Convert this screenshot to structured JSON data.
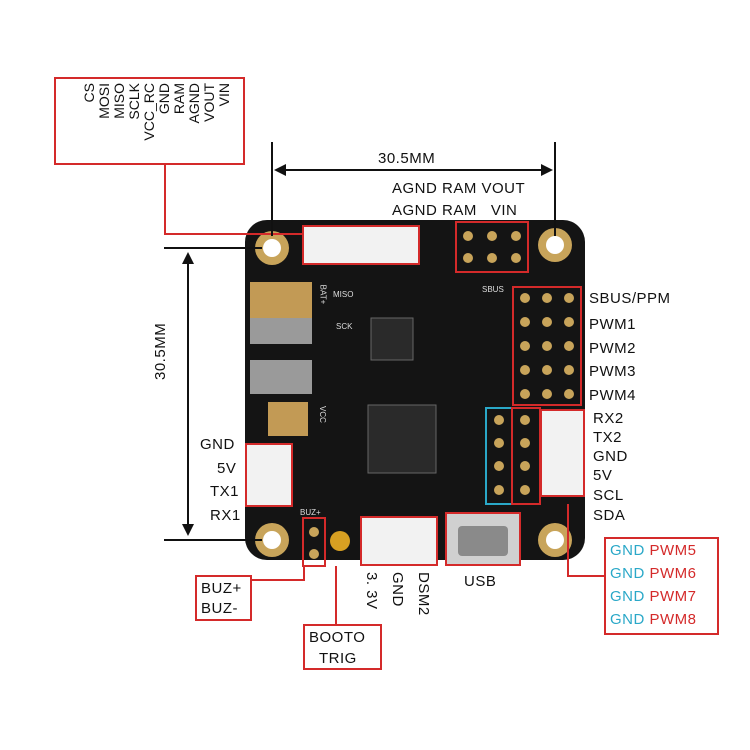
{
  "dimensions": {
    "width_label": "30.5MM",
    "height_label": "30.5MM"
  },
  "top_header_pins": {
    "row1": "AGND RAM VOUT",
    "row2": "AGND RAM   VIN"
  },
  "spi_pins": [
    "VIN",
    "VOUT",
    "AGND",
    "RAM",
    "GND",
    "VCC_RC",
    "SCLK",
    "MISO",
    "MOSI",
    "CS"
  ],
  "right_pins": [
    "SBUS/PPM",
    "PWM1",
    "PWM2",
    "PWM3",
    "PWM4"
  ],
  "uart2_pins": [
    "RX2",
    "TX2",
    "GND",
    "5V",
    "SCL",
    "SDA"
  ],
  "uart1_pins": [
    "GND",
    "5V",
    "TX1",
    "RX1"
  ],
  "buzzer": {
    "plus": "BUZ+",
    "minus": "BUZ-"
  },
  "boot": {
    "line1": "BOOTO",
    "line2": "TRIG"
  },
  "bottom_connector": [
    "3. 3V",
    "GND",
    "DSM2"
  ],
  "usb_label": "USB",
  "pwm_extra": [
    {
      "gnd": "GND",
      "pwm": "PWM5"
    },
    {
      "gnd": "GND",
      "pwm": "PWM6"
    },
    {
      "gnd": "GND",
      "pwm": "PWM7"
    },
    {
      "gnd": "GND",
      "pwm": "PWM8"
    }
  ],
  "board_silk": {
    "bat": "BAT+",
    "vcc": "VCC",
    "buz": "BUZ+",
    "sbus": "SBUS",
    "miso": "MISO",
    "sck": "SCK"
  },
  "colors": {
    "red": "#d42a2a",
    "cyan": "#2aa8c8",
    "board": "#141414",
    "gold": "#c8a45a"
  }
}
